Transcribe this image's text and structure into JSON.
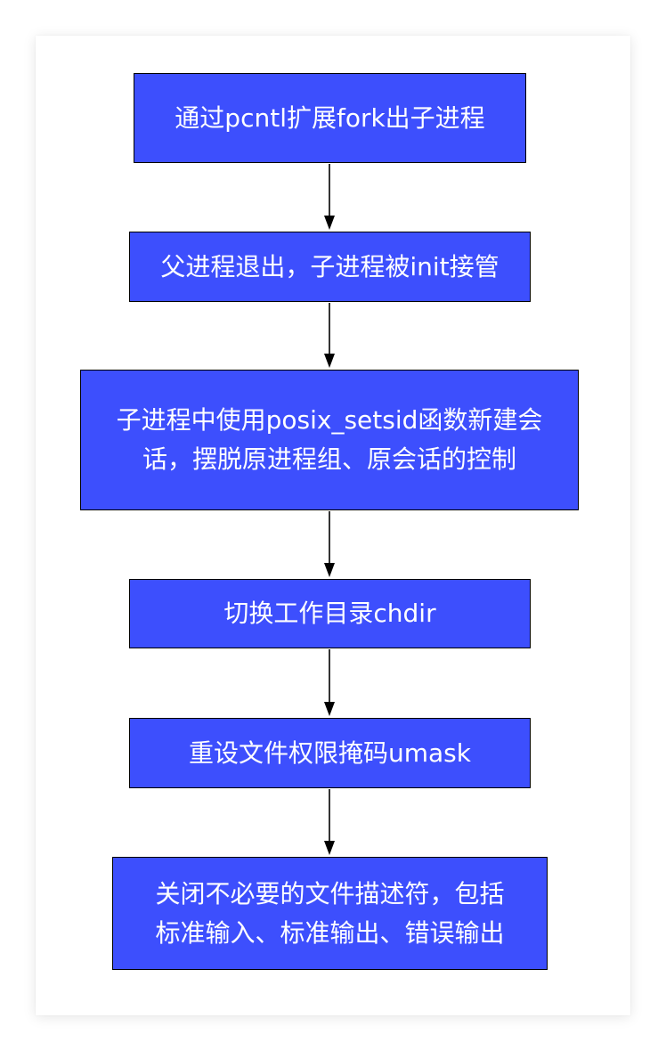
{
  "flowchart": {
    "steps": [
      "通过pcntl扩展fork出子进程",
      "父进程退出，子进程被init接管",
      "子进程中使用posix_setsid函数新建会\n话，摆脱原进程组、原会话的控制",
      "切换工作目录chdir",
      "重设文件权限掩码umask",
      "关闭不必要的文件描述符，包括\n标准输入、标准输出、错误输出"
    ],
    "colors": {
      "box_fill": "#3d4ffd",
      "box_border": "#000000",
      "text": "#ffffff",
      "arrow": "#000000"
    }
  }
}
